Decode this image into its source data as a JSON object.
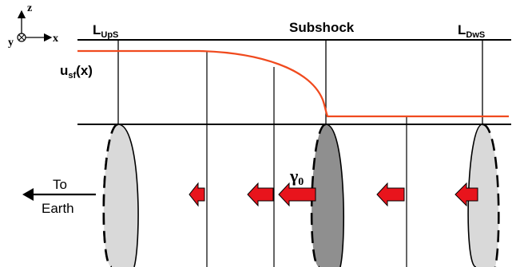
{
  "axes": {
    "z": "z",
    "x": "x",
    "y": "y"
  },
  "labels": {
    "l_ups_main": "L",
    "l_ups_sub": "UpS",
    "subshock": "Subshock",
    "l_dws_main": "L",
    "l_dws_sub": "DwS",
    "usf_main": "u",
    "usf_sub": "sf",
    "usf_arg": "(x)",
    "gamma_main": "γ",
    "gamma_sub": "0",
    "earth_line1": "To",
    "earth_line2": "Earth"
  },
  "colors": {
    "profile": "#f04a1e",
    "arrow_fill": "#e8141c",
    "disc_light": "#d9d9d9",
    "disc_dark": "#8f8f8f",
    "line": "#000000"
  }
}
